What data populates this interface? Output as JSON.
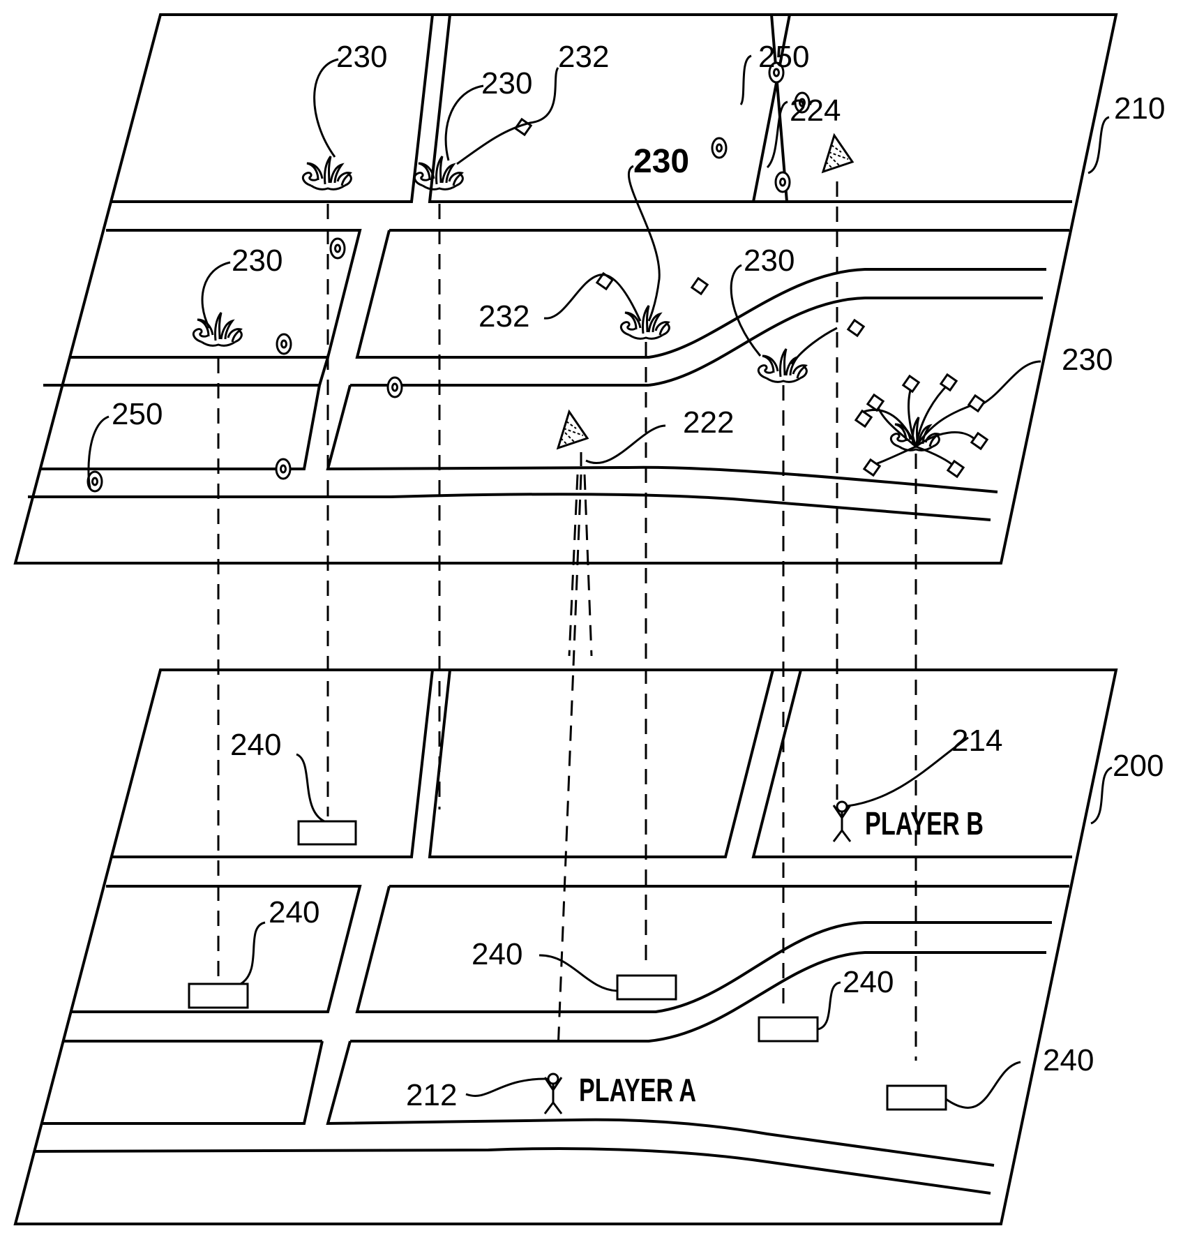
{
  "figure": {
    "description": "Layered game map: virtual layer 210 above real-world map layer 200",
    "colors": {
      "ink": "#000000",
      "background": "#ffffff"
    }
  },
  "layers": {
    "virtual": {
      "ref": "210"
    },
    "real": {
      "ref": "200"
    }
  },
  "labels": {
    "grass_top_left": "230",
    "grass_top_mid": "230",
    "grass_top_mid_item": "232",
    "grass_center_bold": "230",
    "grass_left_mid": "230",
    "grass_center_item": "232",
    "grass_right_mid": "230",
    "grass_far_right": "230",
    "marker_top_right": "250",
    "marker_left": "250",
    "pointer_top": "224",
    "pointer_center": "222",
    "player_b_ref": "214",
    "player_a_ref": "212",
    "box_upper_left": "240",
    "box_lower_left": "240",
    "box_center": "240",
    "box_right_mid": "240",
    "box_far_right": "240"
  },
  "players": {
    "a": {
      "name": "PLAYER A",
      "ref": "212"
    },
    "b": {
      "name": "PLAYER B",
      "ref": "214"
    }
  },
  "legend": {
    "grass_icon": "grass-tuft (230)",
    "item_icon": "diamond item (232)",
    "target_icon": "concentric ring marker (250)",
    "pointer_icon": "hatched cone pointer (222/224)",
    "box_icon": "rectangle location (240)"
  }
}
